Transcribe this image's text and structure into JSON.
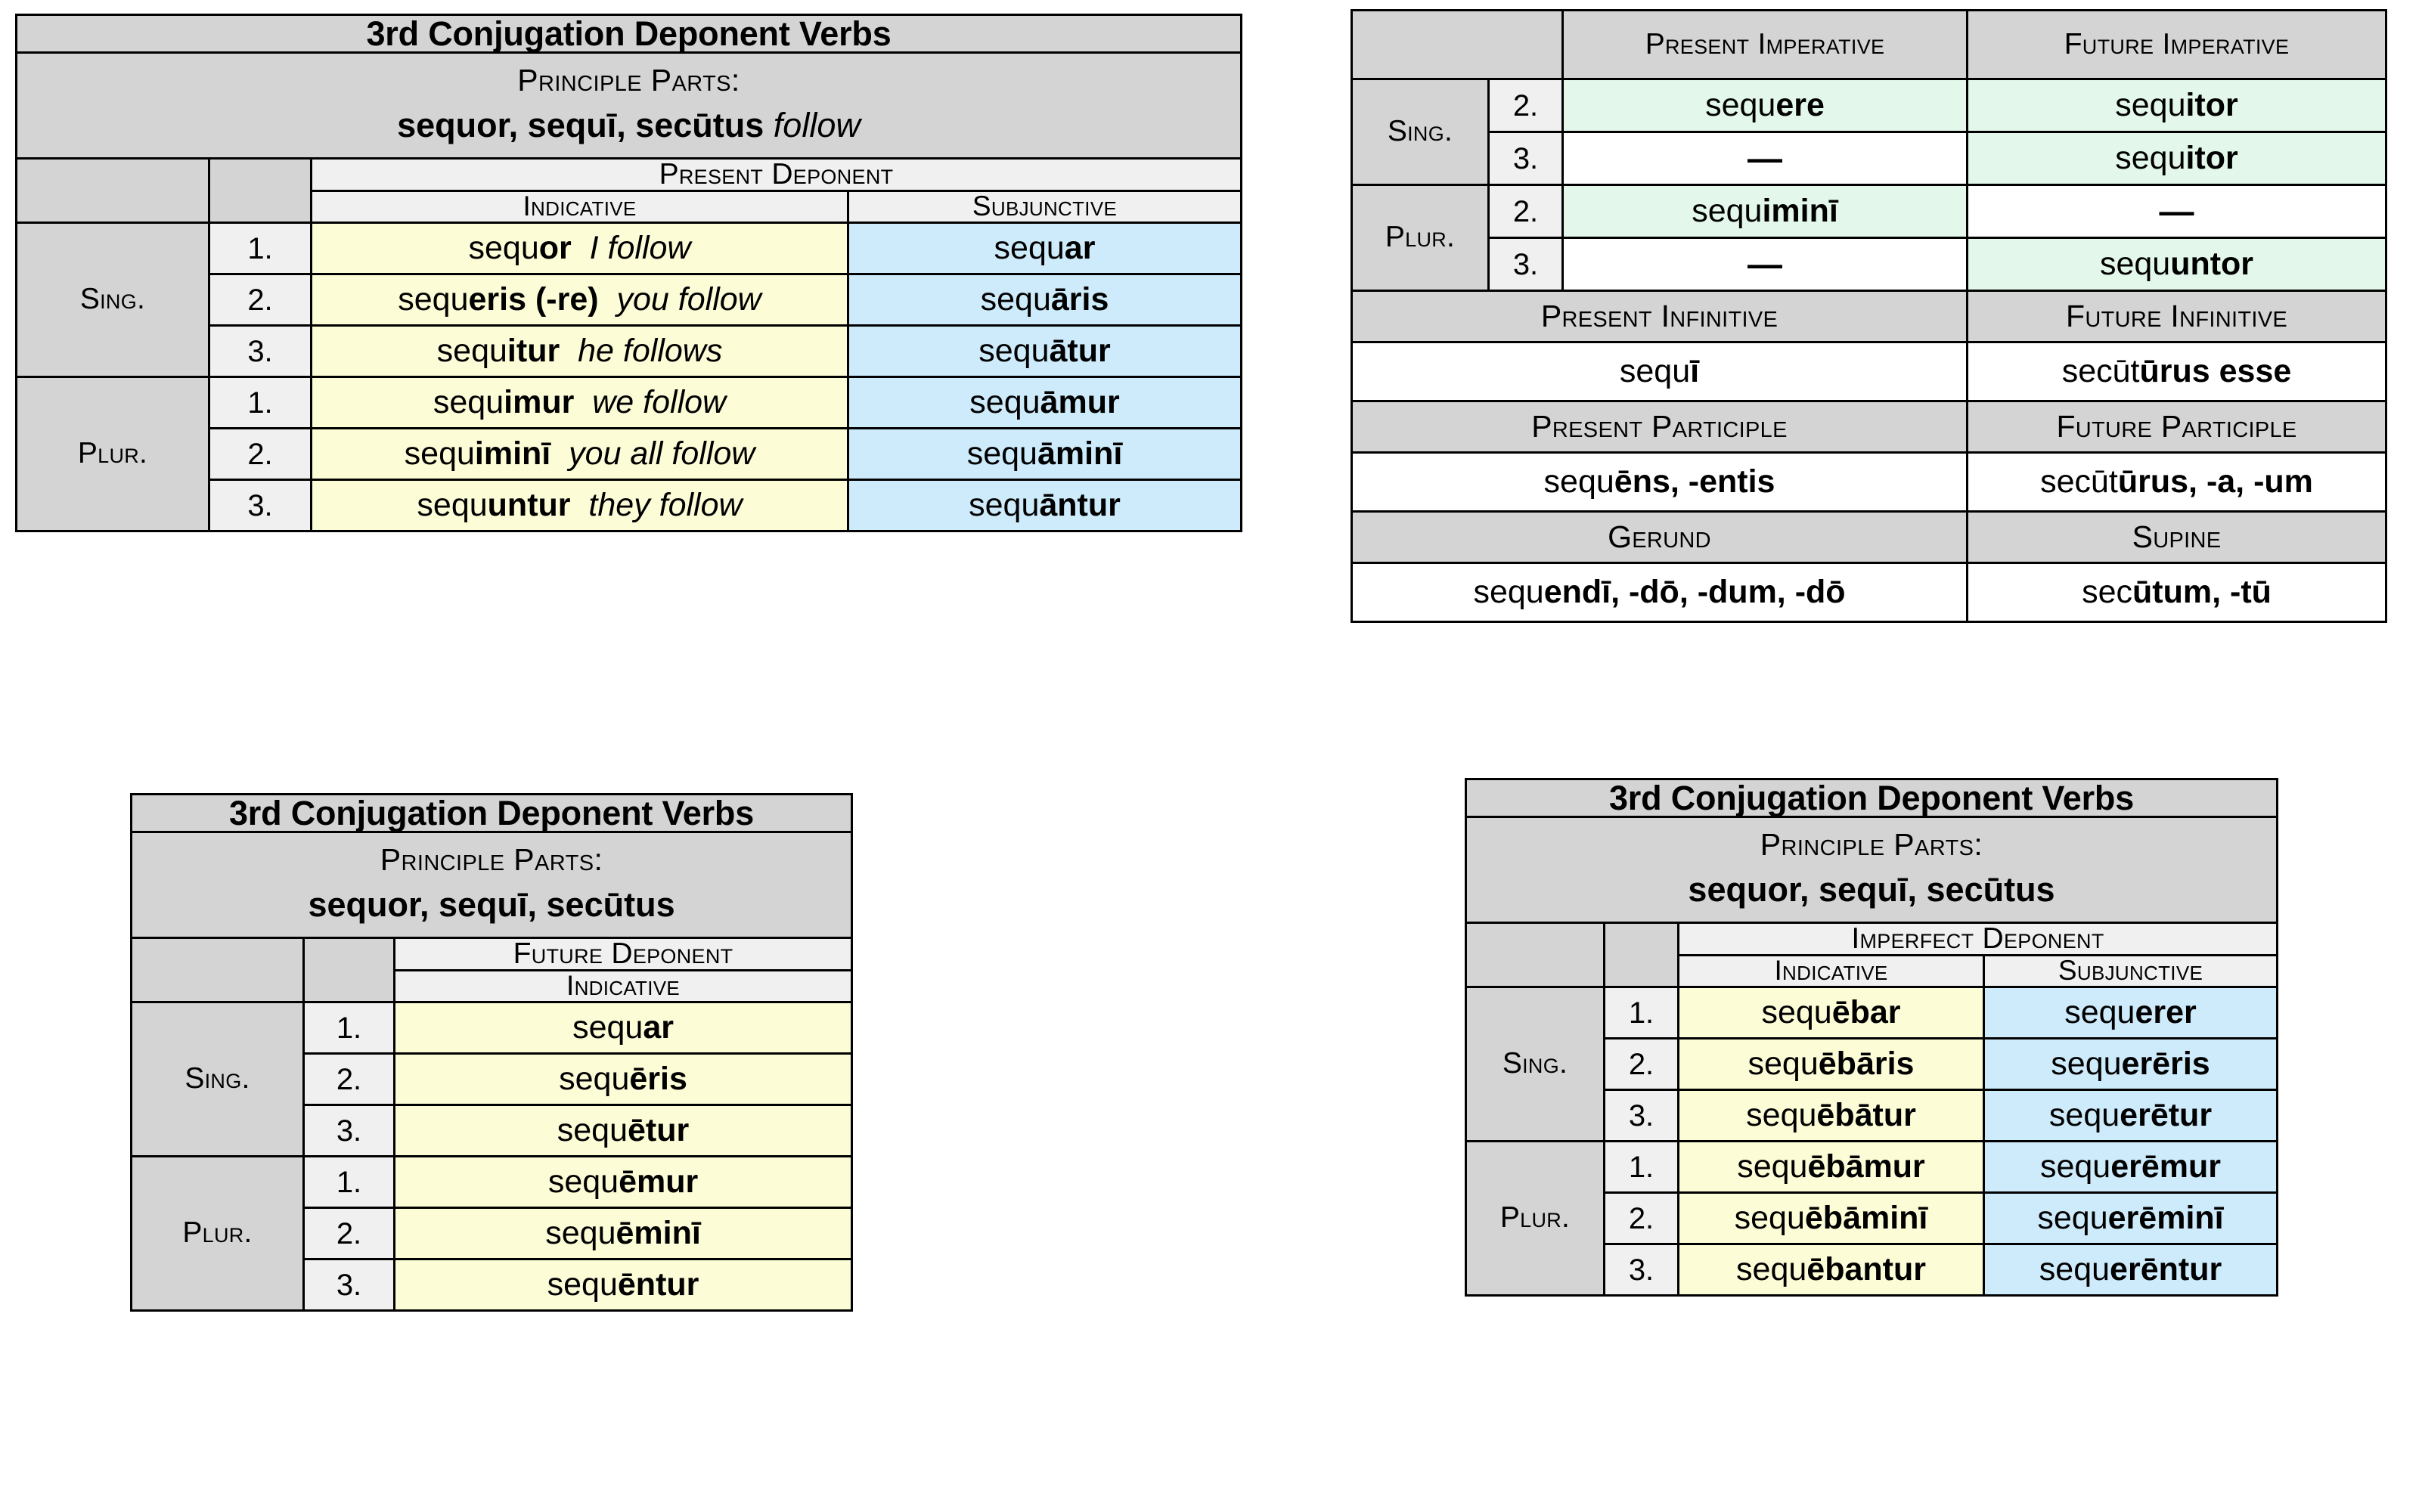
{
  "colors": {
    "header_grey": "#d4d4d4",
    "subheader_grey": "#f0f0f0",
    "indicative_yellow": "#fcfcd7",
    "subjunctive_blue": "#cdebfb",
    "imperative_green": "#e3f8ea",
    "border": "#000000"
  },
  "tables": {
    "present": {
      "title": "3rd Conjugation Deponent Verbs",
      "principle_parts_label": "Principle Parts:",
      "principle_parts_forms": "sequor, sequī, secūtus",
      "principle_parts_gloss": "follow",
      "tense_header": "Present Deponent",
      "mood_headers": [
        "Indicative",
        "Subjunctive"
      ],
      "number_labels": {
        "singular": "Sing.",
        "plural": "Plur."
      },
      "person_labels": [
        "1.",
        "2.",
        "3."
      ],
      "rows": [
        {
          "number": "Sing.",
          "person": "1.",
          "indicative_stem": "sequ",
          "indicative_ending": "or",
          "gloss": "I follow",
          "subjunctive_stem": "sequ",
          "subjunctive_ending": "ar"
        },
        {
          "number": "Sing.",
          "person": "2.",
          "indicative_stem": "sequ",
          "indicative_ending": "eris (-re)",
          "gloss": "you follow",
          "subjunctive_stem": "sequ",
          "subjunctive_ending": "āris"
        },
        {
          "number": "Sing.",
          "person": "3.",
          "indicative_stem": "sequ",
          "indicative_ending": "itur",
          "gloss": "he follows",
          "subjunctive_stem": "sequ",
          "subjunctive_ending": "ātur"
        },
        {
          "number": "Plur.",
          "person": "1.",
          "indicative_stem": "sequ",
          "indicative_ending": "imur",
          "gloss": "we follow",
          "subjunctive_stem": "sequ",
          "subjunctive_ending": "āmur"
        },
        {
          "number": "Plur.",
          "person": "2.",
          "indicative_stem": "sequ",
          "indicative_ending": "iminī",
          "gloss": "you all follow",
          "subjunctive_stem": "sequ",
          "subjunctive_ending": "āminī"
        },
        {
          "number": "Plur.",
          "person": "3.",
          "indicative_stem": "sequ",
          "indicative_ending": "untur",
          "gloss": "they follow",
          "subjunctive_stem": "sequ",
          "subjunctive_ending": "āntur"
        }
      ]
    },
    "imperative": {
      "column_headers": [
        "Present Imperative",
        "Future Imperative"
      ],
      "number_labels": {
        "singular": "Sing.",
        "plural": "Plur."
      },
      "rows": [
        {
          "number": "Sing.",
          "person": "2.",
          "present_stem": "sequ",
          "present_ending": "ere",
          "present_empty": false,
          "future_stem": "sequ",
          "future_ending": "itor",
          "future_empty": false
        },
        {
          "number": "Sing.",
          "person": "3.",
          "present_stem": "",
          "present_ending": "",
          "present_empty": true,
          "future_stem": "sequ",
          "future_ending": "itor",
          "future_empty": false
        },
        {
          "number": "Plur.",
          "person": "2.",
          "present_stem": "sequ",
          "present_ending": "iminī",
          "present_empty": false,
          "future_stem": "",
          "future_ending": "",
          "future_empty": true
        },
        {
          "number": "Plur.",
          "person": "3.",
          "present_stem": "",
          "present_ending": "",
          "present_empty": true,
          "future_stem": "sequ",
          "future_ending": "untor",
          "future_empty": false
        }
      ],
      "empty_glyph": "—",
      "blocks": [
        {
          "left_label": "Present Infinitive",
          "right_label": "Future Infinitive",
          "left_light": "sequ",
          "left_bold": "ī",
          "right_light": "secūt",
          "right_bold": "ūrus esse"
        },
        {
          "left_label": "Present Participle",
          "right_label": "Future Participle",
          "left_light": "sequ",
          "left_bold": "ēns, -entis",
          "right_light": "secūt",
          "right_bold": "ūrus, -a, -um"
        },
        {
          "left_label": "Gerund",
          "right_label": "Supine",
          "left_light": "sequ",
          "left_bold": "endī, -dō, -dum, -dō",
          "right_light": "sec",
          "right_bold": "ūtum, -tū"
        }
      ]
    },
    "future": {
      "title": "3rd Conjugation Deponent Verbs",
      "principle_parts_label": "Principle Parts:",
      "principle_parts_forms": "sequor, sequī, secūtus",
      "tense_header": "Future Deponent",
      "mood_headers": [
        "Indicative"
      ],
      "number_labels": {
        "singular": "Sing.",
        "plural": "Plur."
      },
      "rows": [
        {
          "number": "Sing.",
          "person": "1.",
          "indicative_stem": "sequ",
          "indicative_ending": "ar"
        },
        {
          "number": "Sing.",
          "person": "2.",
          "indicative_stem": "sequ",
          "indicative_ending": "ēris"
        },
        {
          "number": "Sing.",
          "person": "3.",
          "indicative_stem": "sequ",
          "indicative_ending": "ētur"
        },
        {
          "number": "Plur.",
          "person": "1.",
          "indicative_stem": "sequ",
          "indicative_ending": "ēmur"
        },
        {
          "number": "Plur.",
          "person": "2.",
          "indicative_stem": "sequ",
          "indicative_ending": "ēminī"
        },
        {
          "number": "Plur.",
          "person": "3.",
          "indicative_stem": "sequ",
          "indicative_ending": "ēntur"
        }
      ]
    },
    "imperfect": {
      "title": "3rd Conjugation Deponent Verbs",
      "principle_parts_label": "Principle Parts:",
      "principle_parts_forms": "sequor, sequī, secūtus",
      "tense_header": "Imperfect Deponent",
      "mood_headers": [
        "Indicative",
        "Subjunctive"
      ],
      "number_labels": {
        "singular": "Sing.",
        "plural": "Plur."
      },
      "rows": [
        {
          "number": "Sing.",
          "person": "1.",
          "indicative_stem": "sequ",
          "indicative_ending": "ēbar",
          "subjunctive_stem": "sequ",
          "subjunctive_ending": "erer"
        },
        {
          "number": "Sing.",
          "person": "2.",
          "indicative_stem": "sequ",
          "indicative_ending": "ēbāris",
          "subjunctive_stem": "sequ",
          "subjunctive_ending": "erēris"
        },
        {
          "number": "Sing.",
          "person": "3.",
          "indicative_stem": "sequ",
          "indicative_ending": "ēbātur",
          "subjunctive_stem": "sequ",
          "subjunctive_ending": "erētur"
        },
        {
          "number": "Plur.",
          "person": "1.",
          "indicative_stem": "sequ",
          "indicative_ending": "ēbāmur",
          "subjunctive_stem": "sequ",
          "subjunctive_ending": "erēmur"
        },
        {
          "number": "Plur.",
          "person": "2.",
          "indicative_stem": "sequ",
          "indicative_ending": "ēbāminī",
          "subjunctive_stem": "sequ",
          "subjunctive_ending": "erēminī"
        },
        {
          "number": "Plur.",
          "person": "3.",
          "indicative_stem": "sequ",
          "indicative_ending": "ēbantur",
          "subjunctive_stem": "sequ",
          "subjunctive_ending": "erēntur"
        }
      ]
    }
  }
}
